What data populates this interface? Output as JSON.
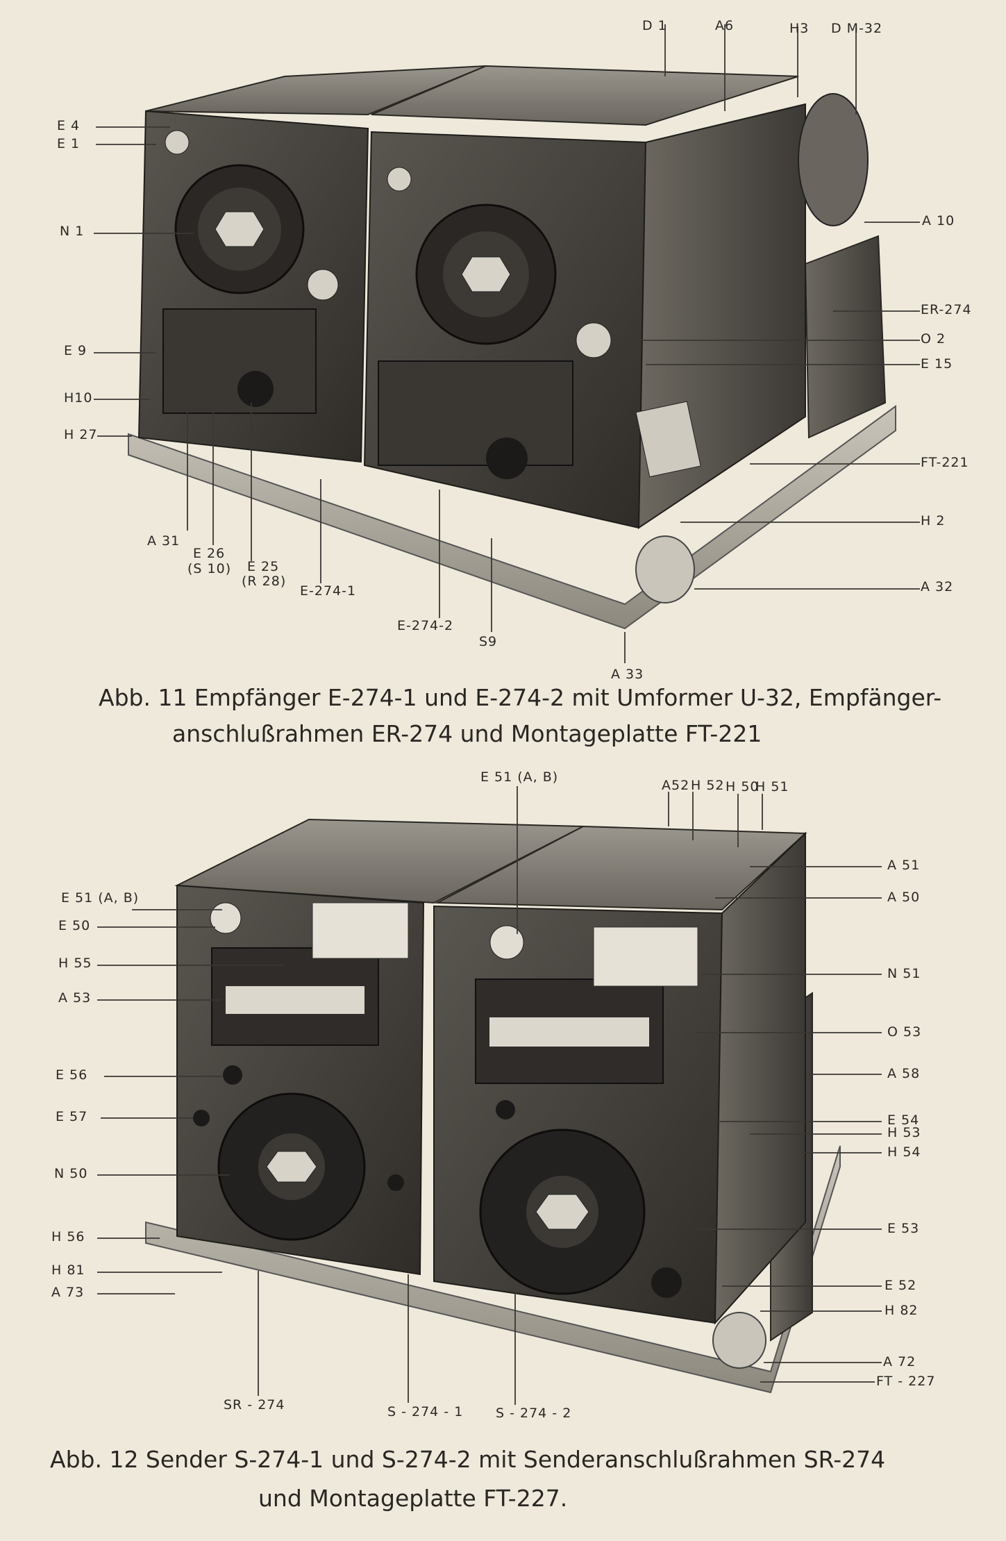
{
  "figure1": {
    "caption_line1": "Abb. 11 Empfänger E-274-1 und E-274-2 mit Umformer U-32, Empfänger-",
    "caption_line2": "anschlußrahmen ER-274 und Montageplatte FT-221",
    "labels": {
      "E4": "E 4",
      "E1": "E 1",
      "N1": "N 1",
      "E9": "E 9",
      "H10": "H10",
      "H27": "H 27",
      "A31": "A 31",
      "E26": "E 26",
      "S10": "(S 10)",
      "E25": "E 25",
      "R28": "(R 28)",
      "E2741": "E-274-1",
      "E2742": "E-274-2",
      "S9": "S9",
      "A33": "A 33",
      "D1": "D 1",
      "A6": "A6",
      "H3": "H3",
      "DM32": "D M-32",
      "A10": "A 10",
      "ER274": "ER-274",
      "O2": "O 2",
      "E15": "E 15",
      "FT221": "FT-221",
      "H2": "H 2",
      "A32": "A 32"
    }
  },
  "figure2": {
    "caption_line1": "Abb. 12 Sender S-274-1 und S-274-2 mit Senderanschlußrahmen SR-274",
    "caption_line2": "und Montageplatte FT-227.",
    "labels": {
      "E51top": "E 51 (A, B)",
      "A52": "A52",
      "H52": "H 52",
      "H50": "H 50",
      "H51": "H 51",
      "E51left": "E 51 (A, B)",
      "E50": "E 50",
      "H55": "H 55",
      "A53": "A 53",
      "E56": "E 56",
      "E57": "E 57",
      "N50": "N 50",
      "H56": "H 56",
      "H81": "H 81",
      "A73": "A 73",
      "SR274": "SR - 274",
      "S2741": "S - 274 - 1",
      "S2742": "S - 274 - 2",
      "A51": "A 51",
      "A50": "A 50",
      "N51": "N 51",
      "O53": "O 53",
      "A58": "A 58",
      "E54": "E 54",
      "H53": "H 53",
      "H54": "H 54",
      "E53": "E 53",
      "E52": "E 52",
      "H82": "H 82",
      "A72": "A 72",
      "FT227": "FT - 227"
    }
  }
}
